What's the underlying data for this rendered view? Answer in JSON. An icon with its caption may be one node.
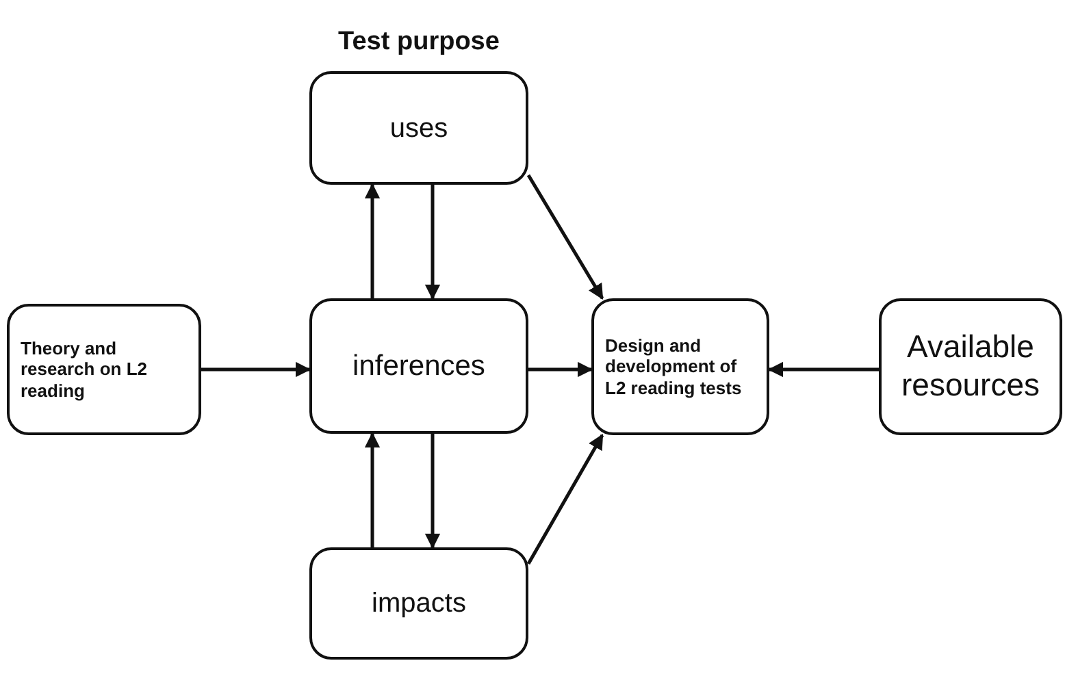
{
  "diagram": {
    "nodes": [
      {
        "text": [
          "Theory and research on L2 reading"
        ]
      },
      {
        "text": [
          "uses"
        ]
      },
      {
        "text": [
          "inferences"
        ]
      },
      {
        "text": [
          "impacts"
        ]
      },
      {
        "text": [
          "Design and development of L2 reading tests"
        ]
      },
      {
        "text": [
          "Available resources"
        ]
      }
    ],
    "edges": [
      {
        "from": 0,
        "to": 2,
        "arrow": "to"
      },
      {
        "from": 2,
        "to": 1,
        "arrow": "to"
      },
      {
        "from": 1,
        "to": 2,
        "arrow": "to"
      },
      {
        "from": 1,
        "to": 4,
        "arrow": "to"
      },
      {
        "from": 2,
        "to": 4,
        "arrow": "to"
      },
      {
        "from": 5,
        "to": 4,
        "arrow": "to"
      },
      {
        "from": 3,
        "to": 2,
        "arrow": "to"
      },
      {
        "from": 2,
        "to": 3,
        "arrow": "to"
      },
      {
        "from": 3,
        "to": 4,
        "arrow": "to"
      }
    ],
    "labels": [
      "Test purpose"
    ]
  }
}
